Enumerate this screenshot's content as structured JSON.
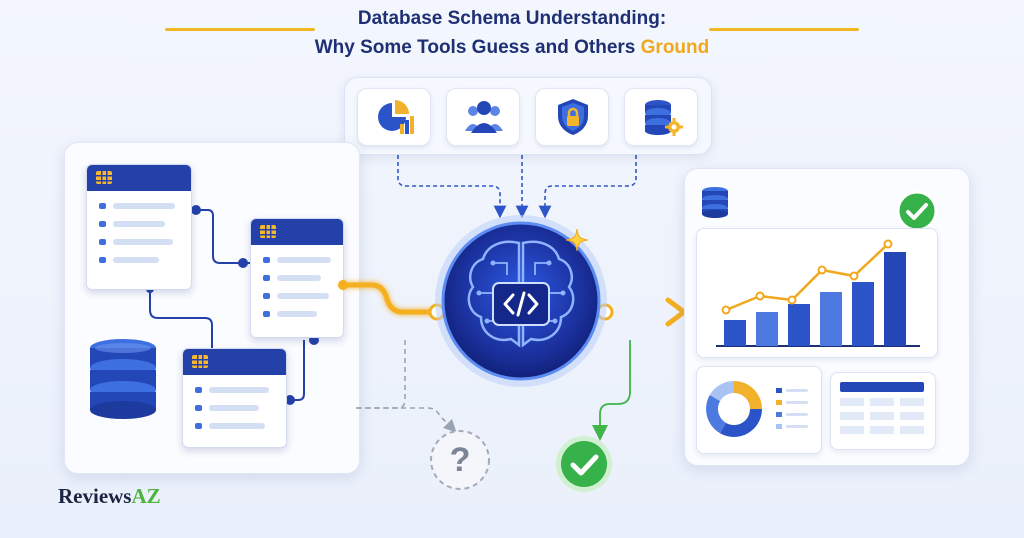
{
  "header": {
    "title_line1": "Database Schema Understanding:",
    "title_line2_main": "Why Some Tools Guess and Others ",
    "title_line2_accent": "Ground"
  },
  "icons": [
    "pie-chart-icon",
    "users-icon",
    "shield-lock-icon",
    "database-gear-icon",
    "brain-code-icon",
    "question-icon",
    "check-icon",
    "database-icon",
    "sparkle-icon"
  ],
  "brand": {
    "name_part1": "Reviews",
    "name_part2": "AZ"
  },
  "colors": {
    "navy": "#1f2f74",
    "accent_gold": "#f0a81c",
    "table_header": "#2341a8",
    "success_green": "#3fb54a",
    "brain_blue": "#1c3fcf"
  }
}
